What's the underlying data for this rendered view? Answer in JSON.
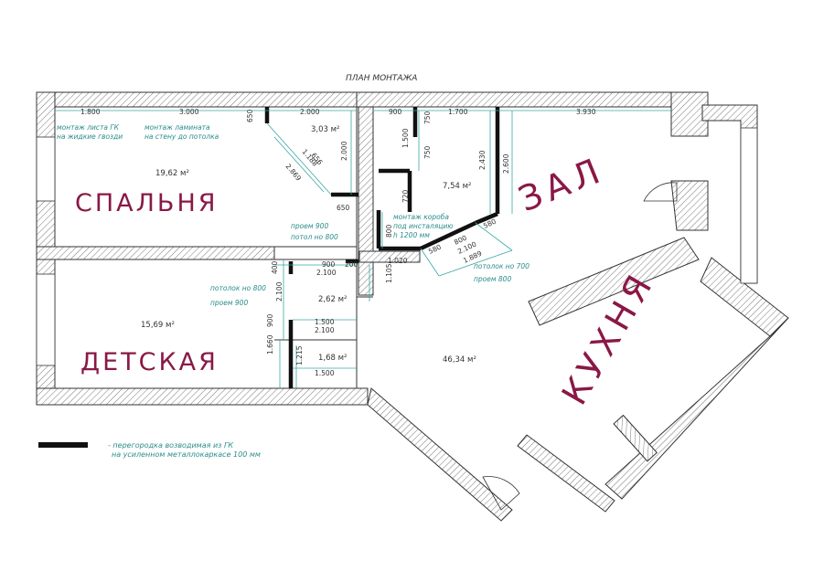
{
  "title": "ПЛАН МОНТАЖА",
  "rooms": {
    "bedroom": "СПАЛЬНЯ",
    "kids": "ДЕТСКАЯ",
    "hall": "ЗАЛ",
    "kitchen": "КУХНЯ"
  },
  "areas": {
    "bedroom": "19,62 м²",
    "kids": "15,69 м²",
    "dressing": "3,03 м²",
    "bath": "7,54 м²",
    "corridor": "2,62 м²",
    "wc": "1,68 м²",
    "hall": "46,34 м²"
  },
  "dims": {
    "d1800": "1.800",
    "d3000": "3.000",
    "d2000a": "2.000",
    "d900a": "900",
    "d1700": "1.700",
    "d3930": "3.930",
    "d650a": "650",
    "d2000v": "2.000",
    "d1500v": "1.500",
    "d750a": "750",
    "d750b": "750",
    "d720": "720",
    "d2430": "2.430",
    "d2600": "2.600",
    "d650b": "650",
    "d800": "800",
    "d1020": "1.020",
    "d580a": "580",
    "d580b": "580",
    "d800b": "800",
    "d2100b": "2.100",
    "d1889": "1.889",
    "d1105": "1.105",
    "d400": "400",
    "d900b": "900",
    "d200": "200",
    "d2100a": "2.100",
    "d2100v": "2.100",
    "d900v": "900",
    "d1500a": "1.500",
    "d2100c": "2.100",
    "d1660": "1.660",
    "d1215": "1.215",
    "d1500b": "1.500",
    "diag1": "1.188",
    "diag2": "2.869",
    "diag3": "656"
  },
  "notes": {
    "gk_glue_1": "монтаж листа ГК",
    "gk_glue_2": "на жидкие гвозди",
    "laminate_1": "монтаж ламината",
    "laminate_2": "на стену до потолка",
    "opening_1": "проем 900",
    "opening_2": "потол но 800",
    "box_1": "монтаж короба",
    "box_2": "под инсталяцию",
    "box_3": "h 1200 мм",
    "ceil_800_1": "потолок но 800",
    "ceil_800_2": "проем 900",
    "ceil_700_1": "потолок но 700",
    "ceil_700_2": "проем 800"
  },
  "legend": {
    "line1": "- перегородка возводимая из ГК",
    "line2": "на усиленном металлокаркасе 100 мм"
  },
  "colors": {
    "room_label": "#8a1846",
    "dimension": "#3aa7a7",
    "partition": "#111111"
  }
}
